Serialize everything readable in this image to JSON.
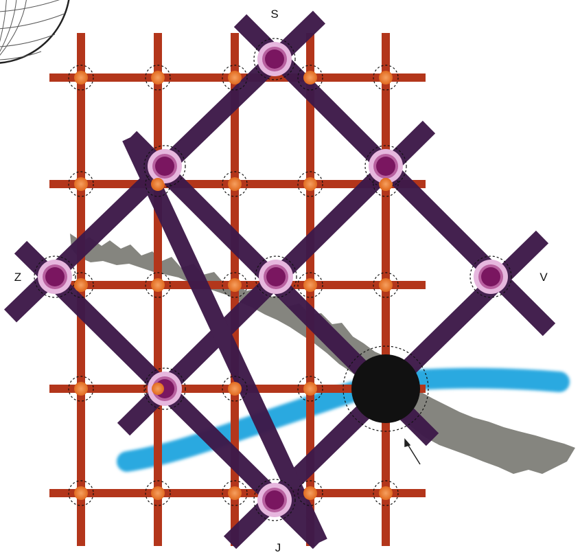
{
  "labels": {
    "top": "S",
    "left": "Z",
    "right": "V",
    "bottom": "J"
  },
  "colors": {
    "red_grid": "#b3361b",
    "purple_grid": "#3e1a4a",
    "orange_node": "#f08a3c",
    "purple_node": "#7a1660",
    "purple_halo": "#e6b7de",
    "blue_stroke": "#29a9e0",
    "gray_band": "#7b7b74",
    "black_node": "#111111"
  },
  "icons": {
    "globe": "globe-icon"
  }
}
